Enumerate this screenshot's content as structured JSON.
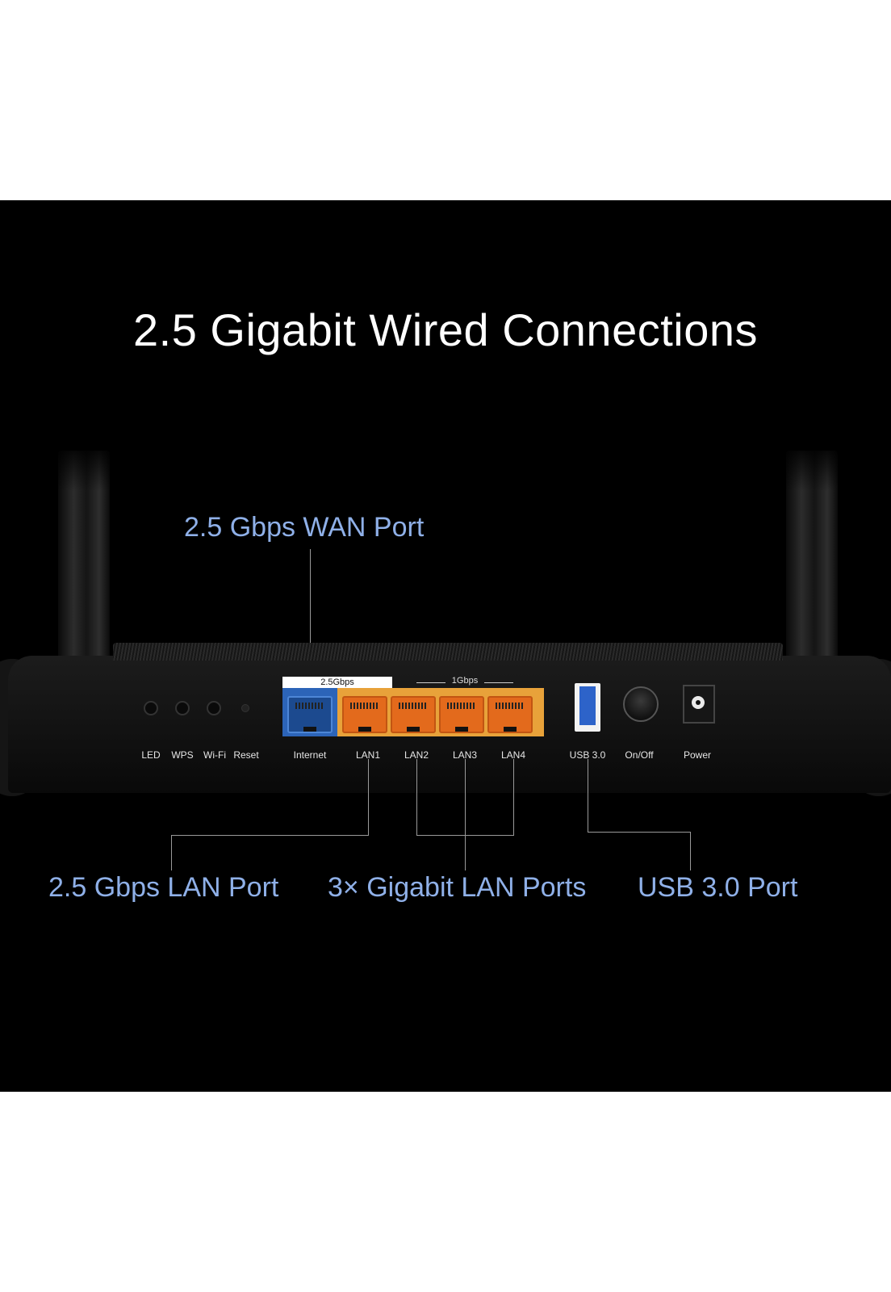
{
  "title": "2.5 Gigabit Wired Connections",
  "callouts": {
    "wan": "2.5 Gbps WAN Port",
    "lan25": "2.5 Gbps LAN Port",
    "gigabit": "3× Gigabit LAN Ports",
    "usb": "USB 3.0 Port"
  },
  "speed_labels": {
    "wan": "2.5Gbps",
    "lan": "1Gbps"
  },
  "port_labels": {
    "led": "LED",
    "wps": "WPS",
    "wifi": "Wi-Fi",
    "reset": "Reset",
    "internet": "Internet",
    "lan1": "LAN1",
    "lan2": "LAN2",
    "lan3": "LAN3",
    "lan4": "LAN4",
    "usb": "USB 3.0",
    "onoff": "On/Off",
    "power": "Power"
  },
  "colors": {
    "background": "#000000",
    "callout": "#8fb0e8",
    "wan_port": "#2c64b8",
    "lan_ports": "#e8a23a"
  }
}
